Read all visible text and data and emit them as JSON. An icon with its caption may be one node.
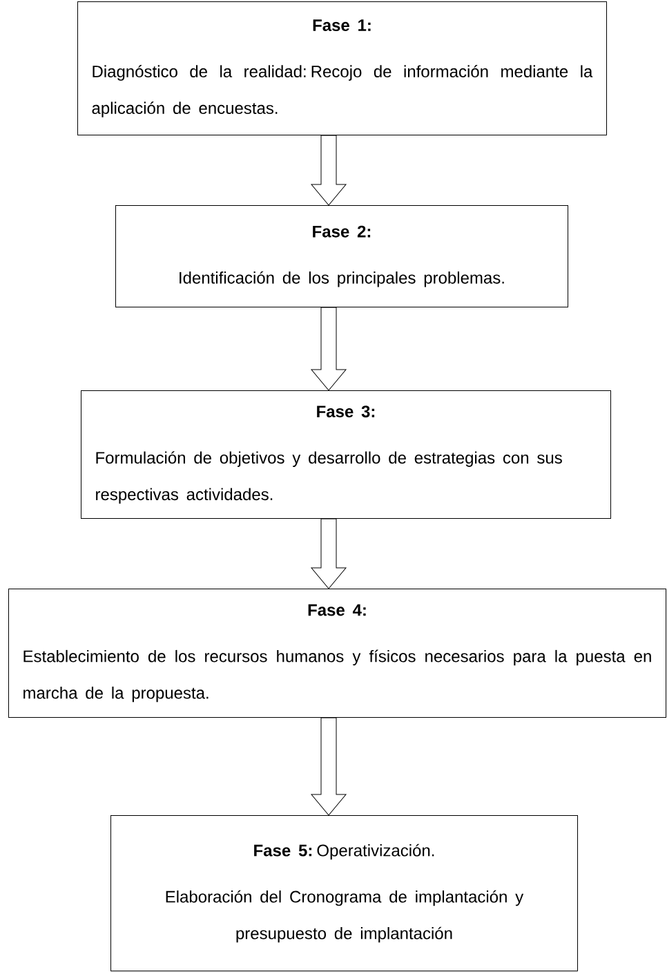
{
  "diagram": {
    "nodes": [
      {
        "text": [
          "Fase 1:",
          "Diagnóstico de la realidad: Recojo de información mediante la aplicación de encuestas."
        ]
      },
      {
        "text": [
          "Fase 2:",
          "Identificación de los principales problemas."
        ]
      },
      {
        "text": [
          "Fase 3:",
          "Formulación de objetivos y desarrollo de estrategias con sus respectivas actividades."
        ]
      },
      {
        "text": [
          "Fase 4:",
          "Establecimiento de los recursos humanos y físicos necesarios para la puesta en marcha de la propuesta."
        ]
      },
      {
        "text": [
          "**Fase 5:** Operativización.",
          "Elaboración del Cronograma de implantación y presupuesto de implantación"
        ]
      }
    ],
    "edges": [
      {
        "from": 0,
        "to": 1,
        "arrow": "to"
      },
      {
        "from": 1,
        "to": 2,
        "arrow": "to"
      },
      {
        "from": 2,
        "to": 3,
        "arrow": "to"
      },
      {
        "from": 3,
        "to": 4,
        "arrow": "to"
      }
    ]
  }
}
